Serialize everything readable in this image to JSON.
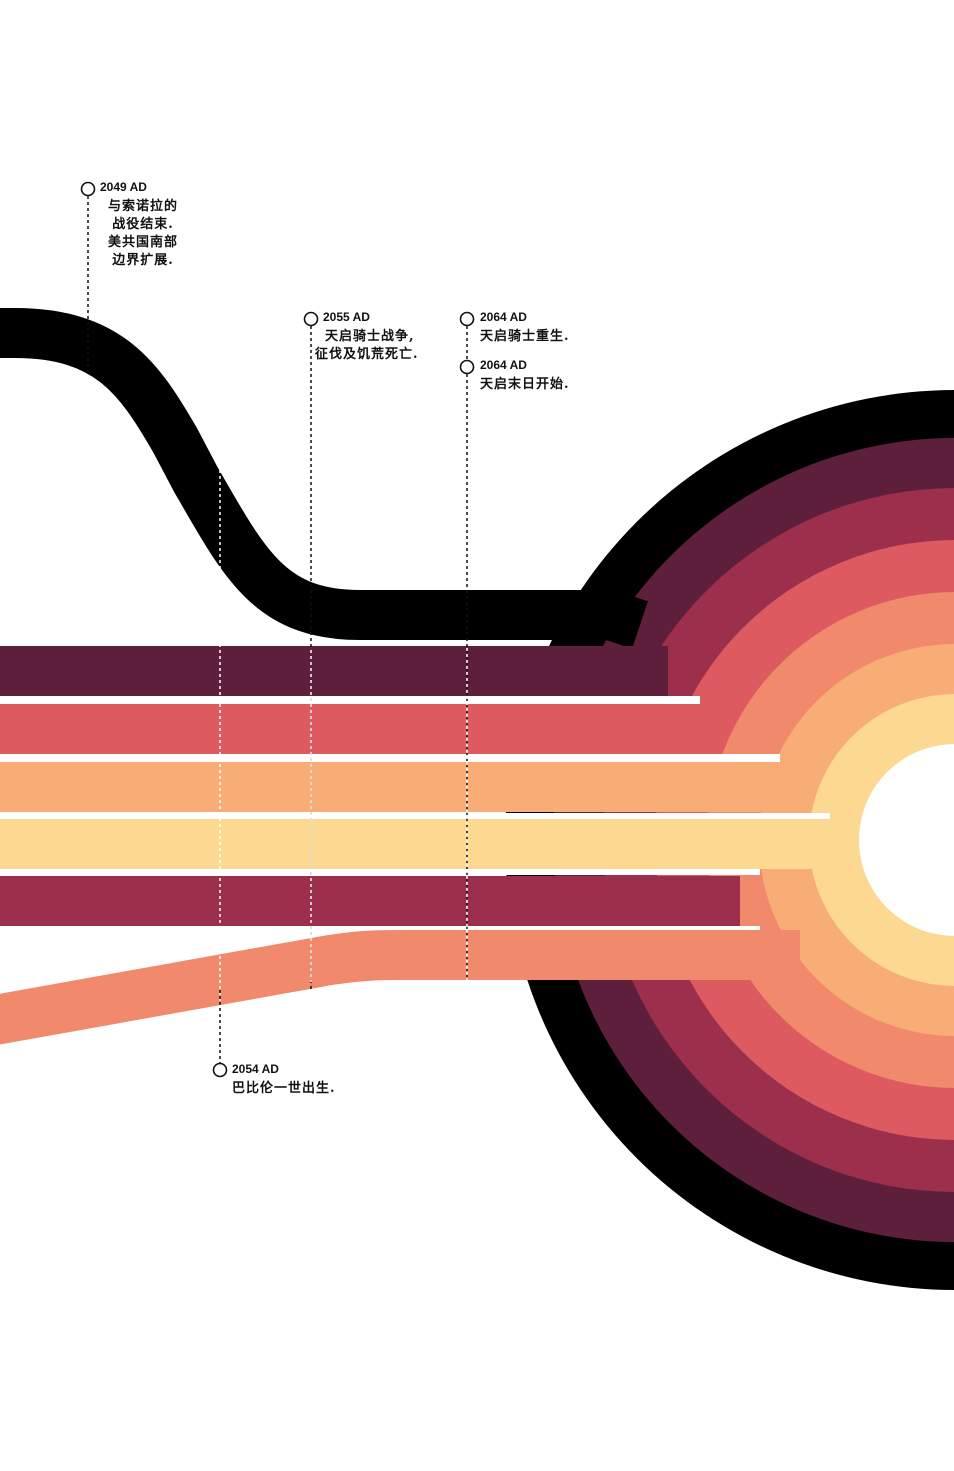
{
  "colors": {
    "black": "#000000",
    "plum": "#5e1f3d",
    "wine": "#9c2f4c",
    "rose": "#dd5a61",
    "coral": "#f18a6c",
    "apricot": "#f8ad76",
    "cream": "#fcd890",
    "background": "#ffffff"
  },
  "events": [
    {
      "year": "2049 AD",
      "lines": [
        "与索诺拉的",
        "战役结束.",
        "美共国南部",
        "边界扩展."
      ]
    },
    {
      "year": "2055 AD",
      "lines": [
        "天启骑士战争,",
        "征伐及饥荒死亡."
      ]
    },
    {
      "year": "2064 AD",
      "lines": [
        "天启骑士重生."
      ]
    },
    {
      "year": "2064 AD",
      "lines": [
        "天启末日开始."
      ]
    },
    {
      "year": "2054 AD",
      "lines": [
        "巴比伦一世出生."
      ]
    }
  ]
}
